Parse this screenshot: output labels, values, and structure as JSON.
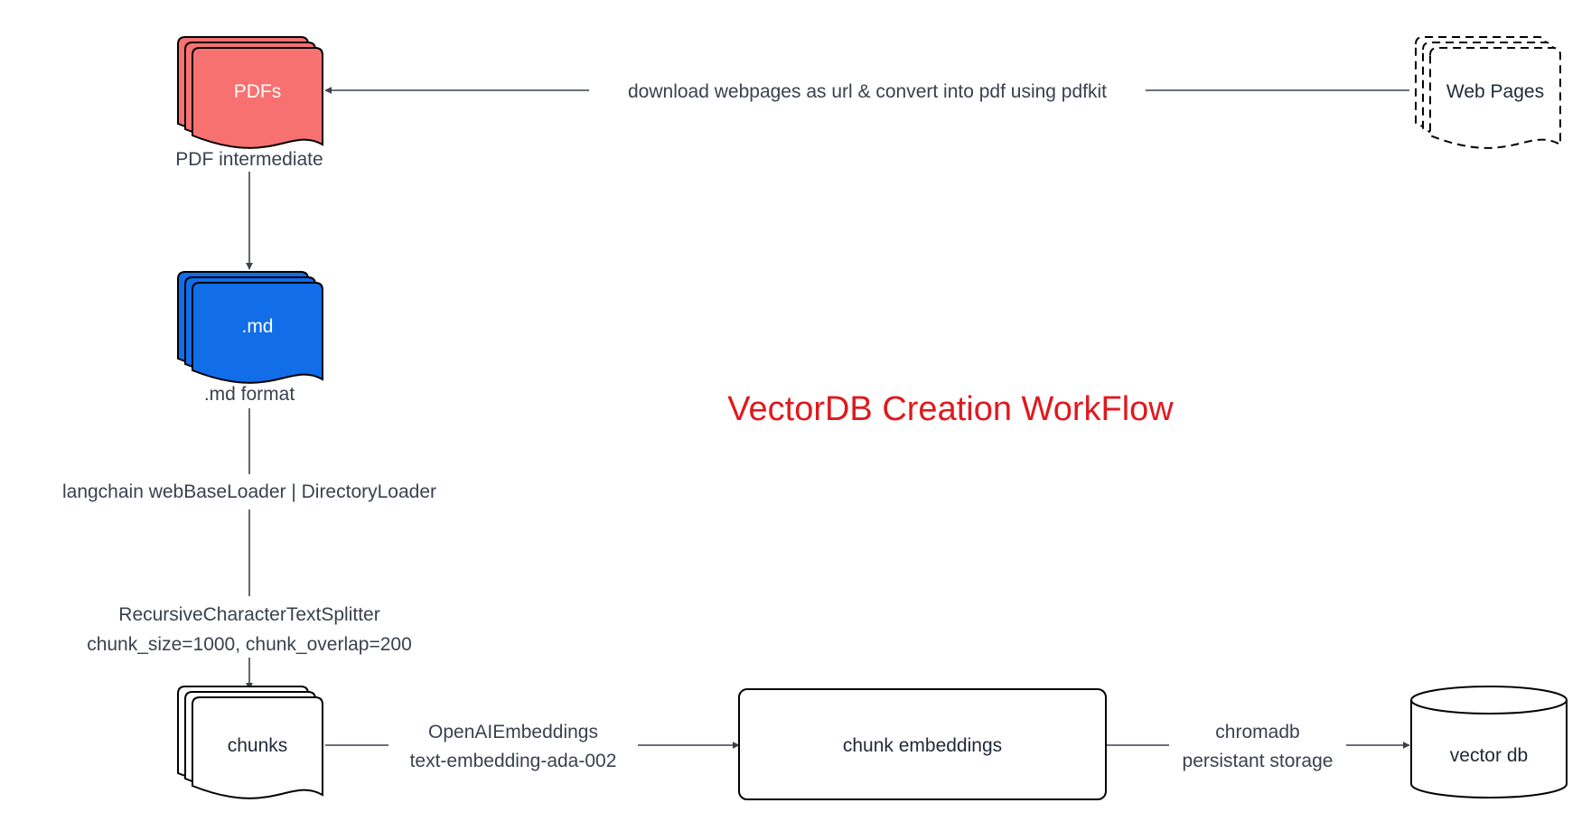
{
  "title": "VectorDB Creation WorkFlow",
  "colors": {
    "pdf_fill": "#f87171",
    "md_fill": "#116de8",
    "stroke": "#000000",
    "edge": "#3a414e",
    "title": "#e0191e"
  },
  "nodes": {
    "pdfs": {
      "label": "PDFs",
      "caption": "PDF intermediate"
    },
    "md": {
      "label": ".md",
      "caption": ".md format"
    },
    "chunks": {
      "label": "chunks"
    },
    "embeddings": {
      "label": "chunk embeddings"
    },
    "vectordb": {
      "label": "vector db"
    },
    "webpages": {
      "label": "Web Pages"
    }
  },
  "edges": {
    "web_to_pdf": {
      "label": "download webpages as url & convert into pdf using pdfkit"
    },
    "md_loader": {
      "label": "langchain webBaseLoader | DirectoryLoader"
    },
    "splitter": {
      "line1": "RecursiveCharacterTextSplitter",
      "line2": "chunk_size=1000, chunk_overlap=200"
    },
    "embed": {
      "line1": "OpenAIEmbeddings",
      "line2": "text-embedding-ada-002"
    },
    "store": {
      "line1": "chromadb",
      "line2": "persistant storage"
    }
  }
}
